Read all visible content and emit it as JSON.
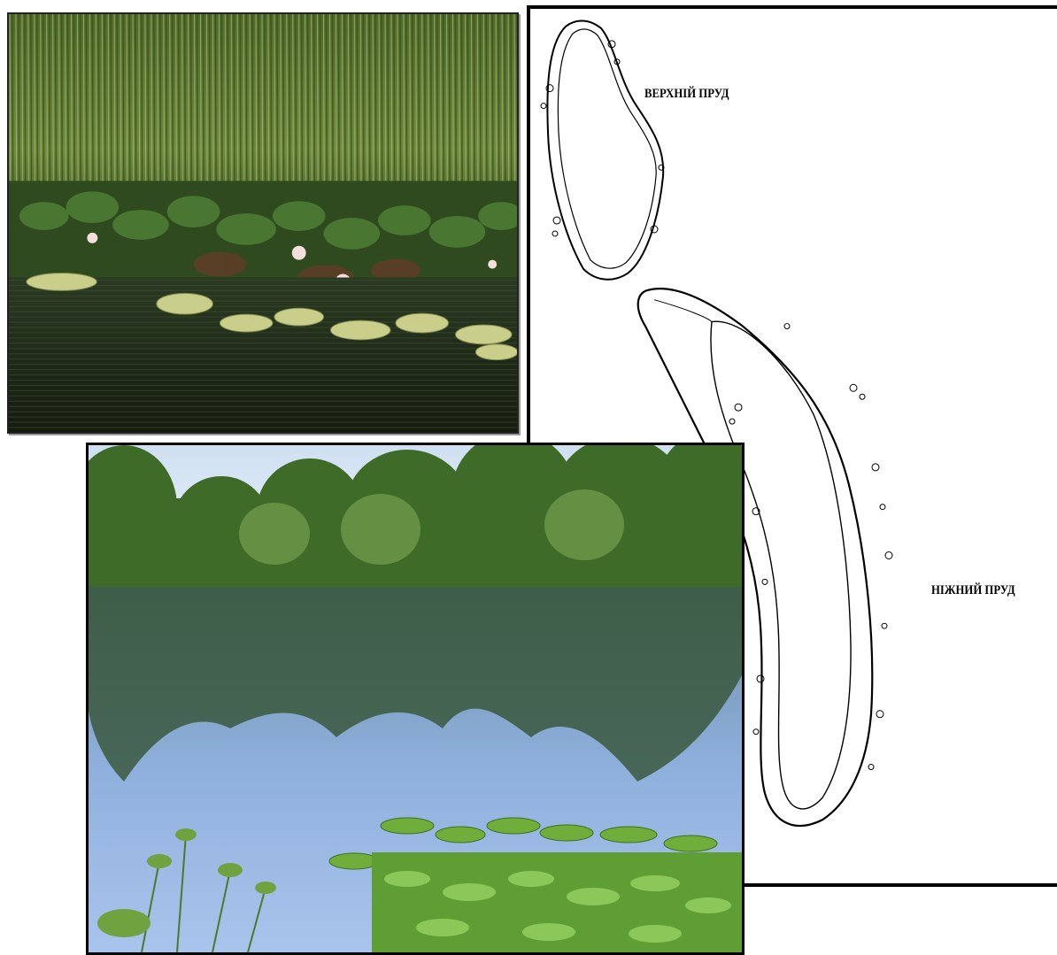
{
  "map": {
    "upper_pond_label": "ВЕРХНІЙ ПРУД",
    "lower_pond_label": "НІЖНИЙ ПРУД"
  },
  "photos": {
    "lilies": "photo-reeds-water-lilies",
    "pond": "photo-pond-reflection"
  },
  "colors": {
    "reed_green": "#6e8a3c",
    "lily_pad": "#c8d08a",
    "dark_water": "#1e2a18",
    "sky_water": "#9cbbe6",
    "tree_green": "#3f6e2a"
  }
}
